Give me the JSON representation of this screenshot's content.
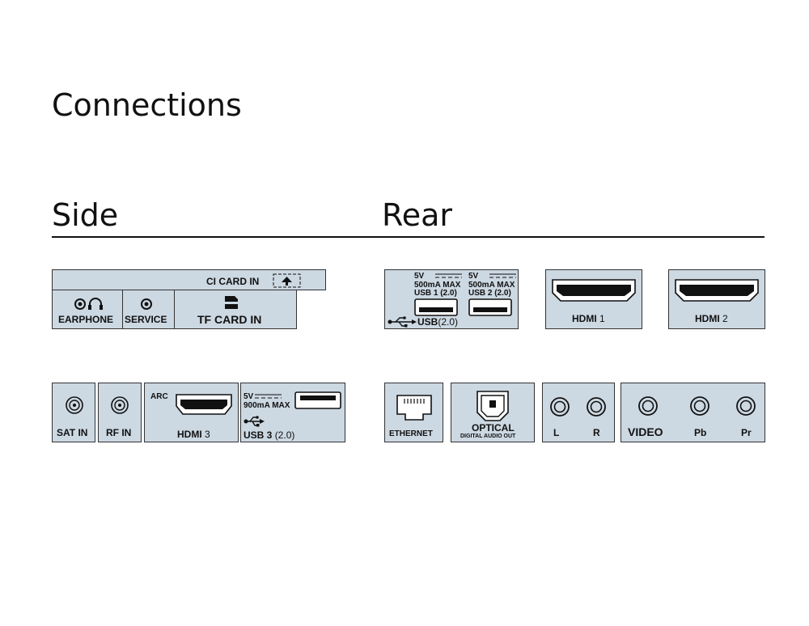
{
  "page": {
    "title": "Connections",
    "sections": {
      "side": "Side",
      "rear": "Rear"
    }
  },
  "side": {
    "ci_card": {
      "label": "CI CARD IN",
      "icon": "eject-arrow-icon"
    },
    "earphone": {
      "label": "EARPHONE",
      "icon": "headphones-icon"
    },
    "service": {
      "label": "SERVICE",
      "icon": "service-jack-icon"
    },
    "tf_card": {
      "label": "TF CARD IN",
      "icon": "sd-card-icon"
    },
    "sat_in": {
      "label": "SAT IN",
      "icon": "coax-connector-icon"
    },
    "rf_in": {
      "label": "RF IN",
      "icon": "coax-connector-icon"
    },
    "hdmi3": {
      "arc": "ARC",
      "label": "HDMI",
      "number": "3",
      "icon": "hdmi-port-icon"
    },
    "usb3": {
      "power_v": "5V",
      "power_ma": "900mA MAX",
      "label": "USB 3",
      "version": "(2.0)",
      "icon": "usb-symbol-icon"
    }
  },
  "rear": {
    "usb12": {
      "usb1": {
        "power_v": "5V",
        "power_ma": "500mA MAX",
        "name": "USB 1 (2.0)"
      },
      "usb2": {
        "power_v": "5V",
        "power_ma": "500mA MAX",
        "name": "USB 2 (2.0)"
      },
      "label": "USB",
      "version": "(2.0)",
      "icon": "usb-symbol-icon"
    },
    "hdmi1": {
      "label": "HDMI",
      "number": "1",
      "icon": "hdmi-port-icon"
    },
    "hdmi2": {
      "label": "HDMI",
      "number": "2",
      "icon": "hdmi-port-icon"
    },
    "ethernet": {
      "label": "ETHERNET",
      "icon": "rj45-port-icon"
    },
    "optical": {
      "label": "OPTICAL",
      "sublabel": "DIGITAL AUDIO OUT",
      "icon": "toslink-port-icon"
    },
    "audio": {
      "left": "L",
      "right": "R",
      "icon": "rca-jack-icon"
    },
    "component": {
      "video": "VIDEO",
      "pb": "Pb",
      "pr": "Pr",
      "icon": "rca-jack-icon"
    }
  },
  "colors": {
    "panel": "#ccd8e2",
    "line": "#111111"
  }
}
